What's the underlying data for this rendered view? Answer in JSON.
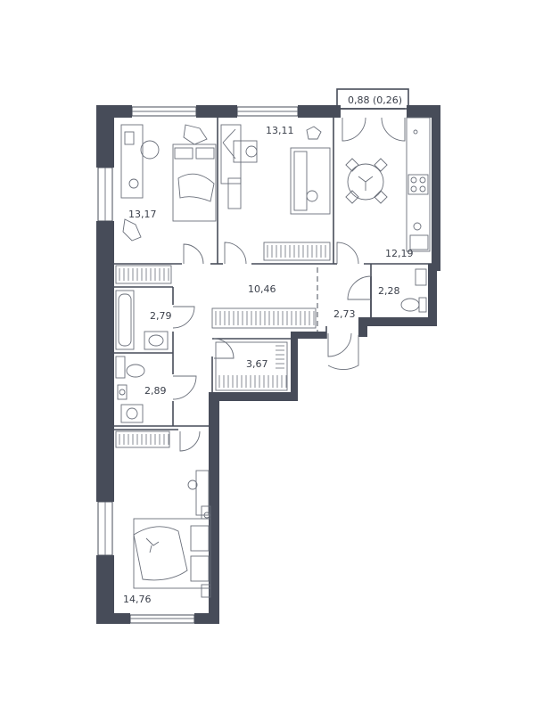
{
  "balcony": {
    "label": "0,88  (0,26)"
  },
  "rooms": [
    {
      "id": "bedroom-1",
      "label": "13,17"
    },
    {
      "id": "living",
      "label": "13,11"
    },
    {
      "id": "kitchen",
      "label": "12,19"
    },
    {
      "id": "hall",
      "label": "10,46"
    },
    {
      "id": "wc-small",
      "label": "2,28"
    },
    {
      "id": "bath",
      "label": "2,79"
    },
    {
      "id": "corridor",
      "label": "2,73"
    },
    {
      "id": "closet",
      "label": "3,67"
    },
    {
      "id": "wc",
      "label": "2,89"
    },
    {
      "id": "bedroom-2",
      "label": "14,76"
    }
  ],
  "colors": {
    "wall": "#474c59",
    "line": "#6a6f7a",
    "background": "#ffffff"
  }
}
